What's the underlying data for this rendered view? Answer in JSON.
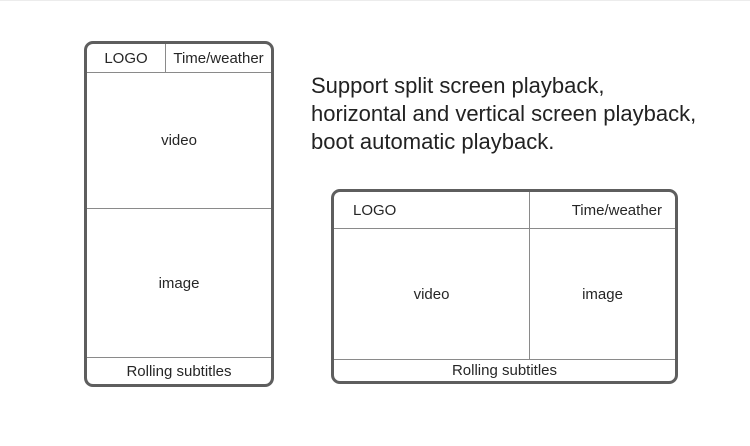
{
  "description": {
    "lines": [
      "Support split screen playback,",
      "horizontal and vertical screen playback,",
      "boot automatic playback."
    ]
  },
  "vertical_layout": {
    "logo": "LOGO",
    "time_weather": "Time/weather",
    "video": "video",
    "image": "image",
    "subtitles": "Rolling subtitles"
  },
  "horizontal_layout": {
    "logo": "LOGO",
    "time_weather": "Time/weather",
    "video": "video",
    "image": "image",
    "subtitles": "Rolling subtitles"
  }
}
